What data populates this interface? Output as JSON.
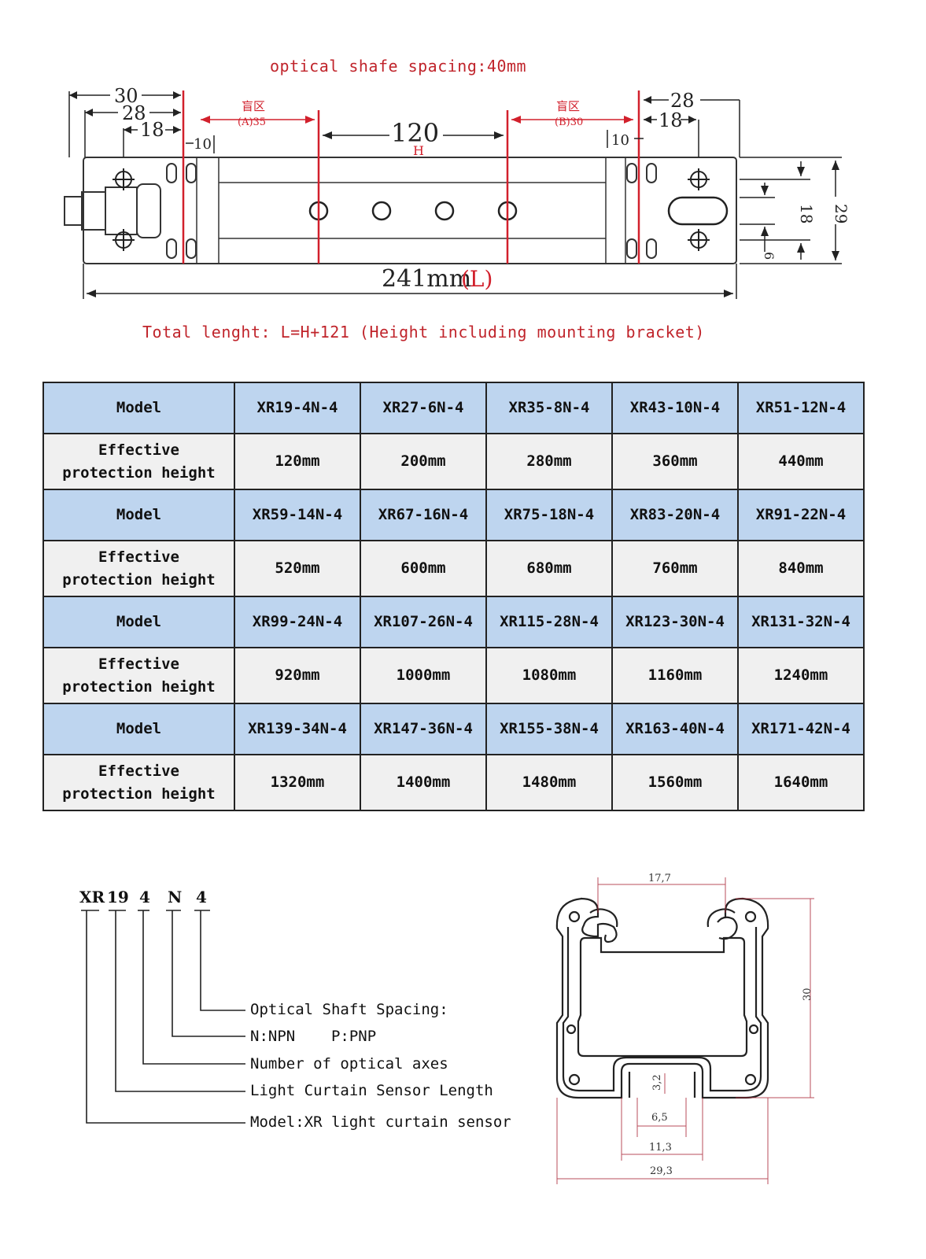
{
  "top_diagram": {
    "title": "optical shafe spacing:40mm",
    "dim_30": "30",
    "dim_28_left": "28",
    "dim_18_left": "18",
    "dim_10_left": "10",
    "blind_left_cn": "盲区",
    "blind_left_sub": "(A)35",
    "dim_120": "120",
    "dim_H": "H",
    "blind_right_cn": "盲区",
    "blind_right_sub": "(B)30",
    "dim_28_right": "28",
    "dim_18_right": "18",
    "dim_10_right": "10",
    "dim_29": "29",
    "dim_18_vert": "18",
    "dim_6_vert": "6",
    "length_label": "241mm",
    "length_L": "(L)",
    "footer": "Total lenght: L=H+121 (Height including mounting bracket)",
    "colors": {
      "red": "#d2202c",
      "line": "#222222"
    }
  },
  "spec_table": {
    "rows": [
      {
        "type": "model",
        "label": "Model",
        "values": [
          "XR19-4N-4",
          "XR27-6N-4",
          "XR35-8N-4",
          "XR43-10N-4",
          "XR51-12N-4"
        ]
      },
      {
        "type": "eff",
        "label_line1": "Effective",
        "label_line2": "protection height",
        "values": [
          "120mm",
          "200mm",
          "280mm",
          "360mm",
          "440mm"
        ]
      },
      {
        "type": "model",
        "label": "Model",
        "values": [
          "XR59-14N-4",
          "XR67-16N-4",
          "XR75-18N-4",
          "XR83-20N-4",
          "XR91-22N-4"
        ]
      },
      {
        "type": "eff",
        "label_line1": "Effective",
        "label_line2": "protection height",
        "values": [
          "520mm",
          "600mm",
          "680mm",
          "760mm",
          "840mm"
        ]
      },
      {
        "type": "model",
        "label": "Model",
        "values": [
          "XR99-24N-4",
          "XR107-26N-4",
          "XR115-28N-4",
          "XR123-30N-4",
          "XR131-32N-4"
        ]
      },
      {
        "type": "eff",
        "label_line1": "Effective",
        "label_line2": "protection height",
        "values": [
          "920mm",
          "1000mm",
          "1080mm",
          "1160mm",
          "1240mm"
        ]
      },
      {
        "type": "model",
        "label": "Model",
        "values": [
          "XR139-34N-4",
          "XR147-36N-4",
          "XR155-38N-4",
          "XR163-40N-4",
          "XR171-42N-4"
        ]
      },
      {
        "type": "eff",
        "label_line1": "Effective",
        "label_line2": "protection height",
        "values": [
          "1320mm",
          "1400mm",
          "1480mm",
          "1560mm",
          "1640mm"
        ]
      }
    ],
    "colors": {
      "model_bg": "#bed5ef",
      "eff_bg": "#f0f0f0"
    }
  },
  "model_code": {
    "parts": [
      "XR",
      "19",
      "4",
      "N",
      "4"
    ],
    "lines": [
      "Optical Shaft Spacing:",
      "N:NPN    P:PNP",
      "Number of optical axes",
      "Light Curtain Sensor Length",
      "Model:XR light curtain sensor"
    ]
  },
  "profile": {
    "dim_top": "17,7",
    "dim_right": "30",
    "dim_slot_h": "3,2",
    "dim_65": "6,5",
    "dim_113": "11,3",
    "dim_293": "29,3"
  }
}
